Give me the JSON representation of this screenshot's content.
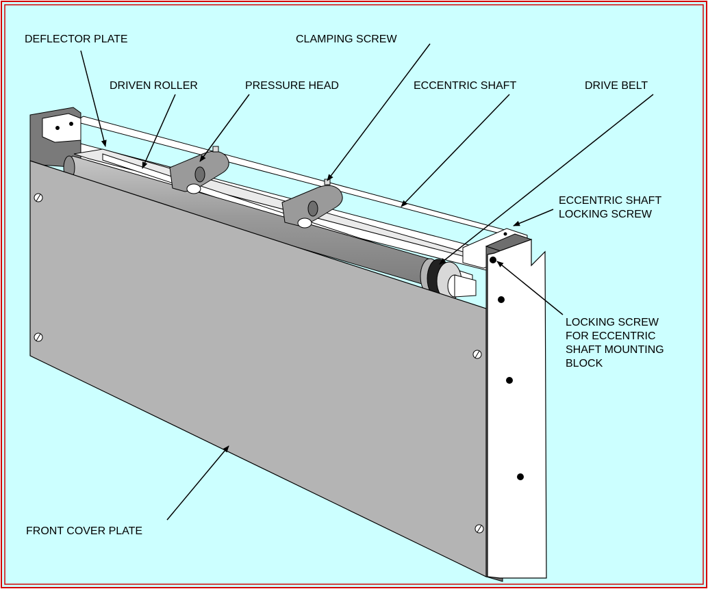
{
  "colors": {
    "background": "#ccffff",
    "border": "#d40000",
    "cover_plate": "#b4b4b4",
    "roller": "#9a9a9a",
    "end_plate": "#ffffff",
    "shadow": "#6e6e6e"
  },
  "labels": {
    "deflector_plate": "DEFLECTOR PLATE",
    "clamping_screw": "CLAMPING SCREW",
    "driven_roller": "DRIVEN ROLLER",
    "pressure_head": "PRESSURE HEAD",
    "eccentric_shaft": "ECCENTRIC SHAFT",
    "drive_belt": "DRIVE BELT",
    "eccentric_shaft_locking_screw": [
      "ECCENTRIC SHAFT",
      "LOCKING SCREW"
    ],
    "locking_screw_mounting_block": [
      "LOCKING SCREW",
      "FOR ECCENTRIC",
      "SHAFT MOUNTING",
      "BLOCK"
    ],
    "front_cover_plate": "FRONT COVER PLATE"
  }
}
